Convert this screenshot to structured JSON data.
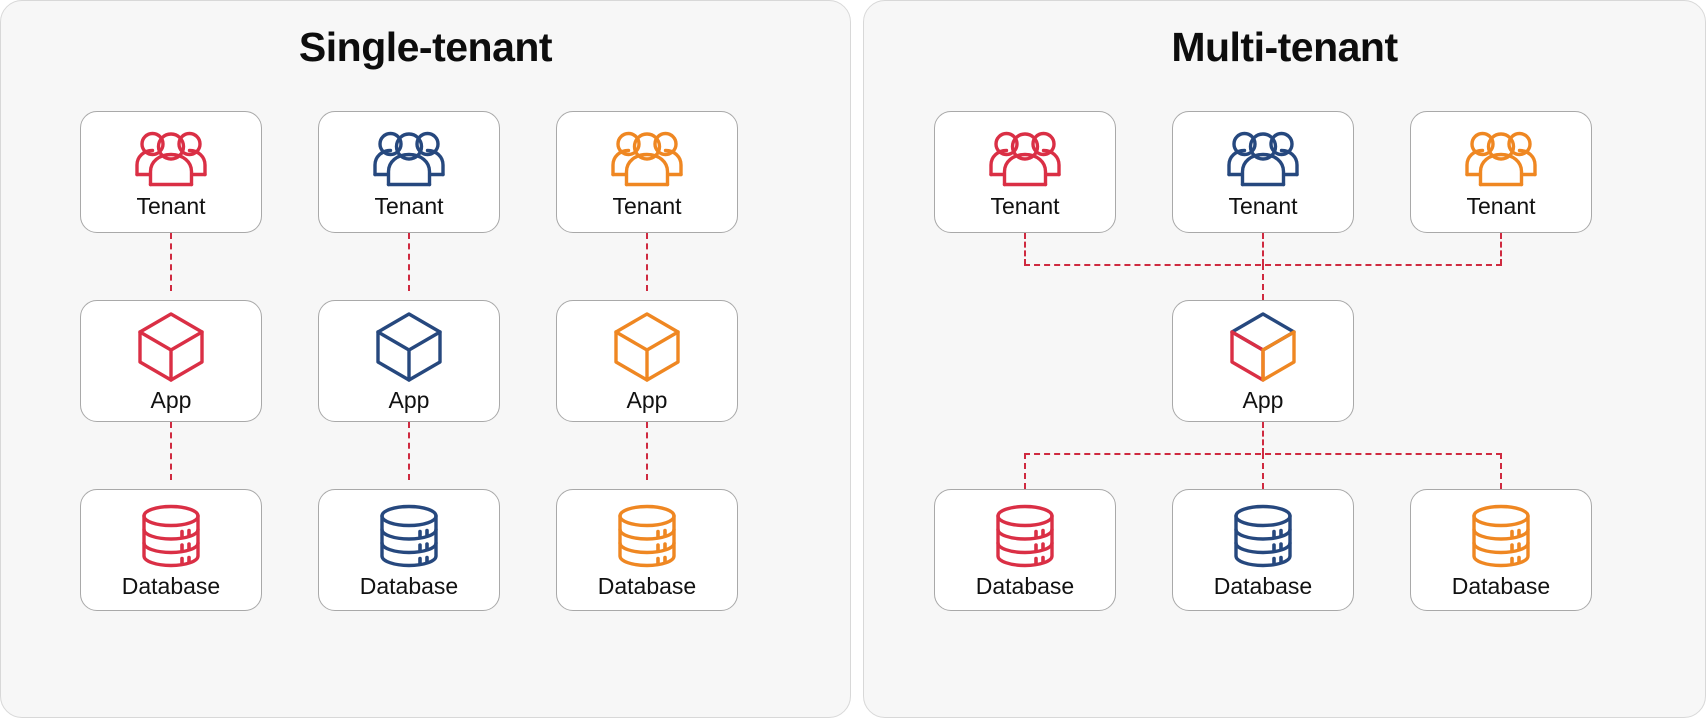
{
  "colors": {
    "red": "#da2f45",
    "blue": "#26487e",
    "orange": "#ef8722",
    "connector": "#cf2a40",
    "panel_bg": "#f7f7f7",
    "panel_border": "#d8d8d8",
    "card_border": "#a9a9a9",
    "card_bg": "#ffffff",
    "text": "#111111"
  },
  "panels": [
    {
      "id": "single-tenant",
      "title": "Single-tenant",
      "rows": [
        {
          "type": "tenant",
          "nodes": [
            {
              "label": "Tenant",
              "icon": "tenant-group-icon",
              "color": "red"
            },
            {
              "label": "Tenant",
              "icon": "tenant-group-icon",
              "color": "blue"
            },
            {
              "label": "Tenant",
              "icon": "tenant-group-icon",
              "color": "orange"
            }
          ]
        },
        {
          "type": "app",
          "nodes": [
            {
              "label": "App",
              "icon": "cube-icon",
              "color": "red"
            },
            {
              "label": "App",
              "icon": "cube-icon",
              "color": "blue"
            },
            {
              "label": "App",
              "icon": "cube-icon",
              "color": "orange"
            }
          ]
        },
        {
          "type": "database",
          "nodes": [
            {
              "label": "Database",
              "icon": "database-cylinder-icon",
              "color": "red"
            },
            {
              "label": "Database",
              "icon": "database-cylinder-icon",
              "color": "blue"
            },
            {
              "label": "Database",
              "icon": "database-cylinder-icon",
              "color": "orange"
            }
          ]
        }
      ]
    },
    {
      "id": "multi-tenant",
      "title": "Multi-tenant",
      "rows": [
        {
          "type": "tenant",
          "nodes": [
            {
              "label": "Tenant",
              "icon": "tenant-group-icon",
              "color": "red"
            },
            {
              "label": "Tenant",
              "icon": "tenant-group-icon",
              "color": "blue"
            },
            {
              "label": "Tenant",
              "icon": "tenant-group-icon",
              "color": "orange"
            }
          ]
        },
        {
          "type": "app",
          "nodes": [
            {
              "label": "App",
              "icon": "cube-icon",
              "color": "tri"
            }
          ]
        },
        {
          "type": "database",
          "nodes": [
            {
              "label": "Database",
              "icon": "database-cylinder-icon",
              "color": "red"
            },
            {
              "label": "Database",
              "icon": "database-cylinder-icon",
              "color": "blue"
            },
            {
              "label": "Database",
              "icon": "database-cylinder-icon",
              "color": "orange"
            }
          ]
        }
      ]
    }
  ]
}
